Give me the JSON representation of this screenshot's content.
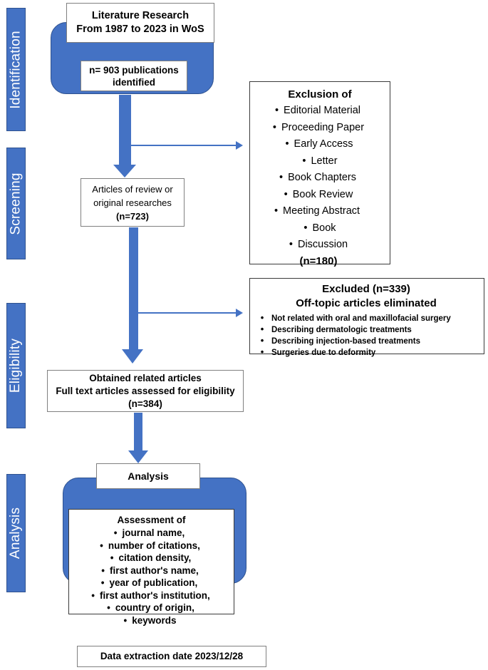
{
  "diagram": {
    "title": "PRISMA-style literature selection flow diagram",
    "accent_color": "#4472C4",
    "accent_border_color": "#2F528F",
    "box_border_color": "#808080",
    "text_color": "#000000"
  },
  "stages": [
    {
      "label": "Identification"
    },
    {
      "label": "Screening"
    },
    {
      "label": "Eligibility"
    },
    {
      "label": "Analysis"
    }
  ],
  "identification": {
    "source_box": {
      "line1": "Literature Research",
      "line2": "From 1987 to 2023 in WoS"
    },
    "count_box": {
      "line1": "n= 903 publications",
      "line2": "identified"
    }
  },
  "exclusion_box": {
    "header": "Exclusion of",
    "items": [
      "Editorial Material",
      "Proceeding Paper",
      "Early Access",
      "Letter",
      "Book Chapters",
      "Book Review",
      "Meeting Abstract",
      "Book",
      "Discussion"
    ],
    "total": "(n=180)"
  },
  "screening": {
    "box": {
      "line1": "Articles of review or",
      "line2": "original researches",
      "count": "(n=723)"
    }
  },
  "excluded_box": {
    "header_line1": "Excluded (n=339)",
    "header_line2": "Off-topic articles eliminated",
    "items": [
      "Not related with oral and maxillofacial surgery",
      "Describing dermatologic treatments",
      "Describing injection-based treatments",
      "Surgeries due to deformity"
    ]
  },
  "eligibility": {
    "box": {
      "line1": "Obtained related articles",
      "line2": "Full text articles assessed for eligibility",
      "count": "(n=384)"
    }
  },
  "analysis": {
    "title_box": "Analysis",
    "assessment_box": {
      "header": "Assessment of",
      "items": [
        "journal name,",
        "number of citations,",
        "citation density,",
        "first author's name,",
        "year of publication,",
        "first author's institution,",
        "country of origin,",
        "keywords"
      ]
    },
    "footer_box": "Data extraction date 2023/12/28"
  },
  "glyphs": {
    "bullet": "•"
  }
}
